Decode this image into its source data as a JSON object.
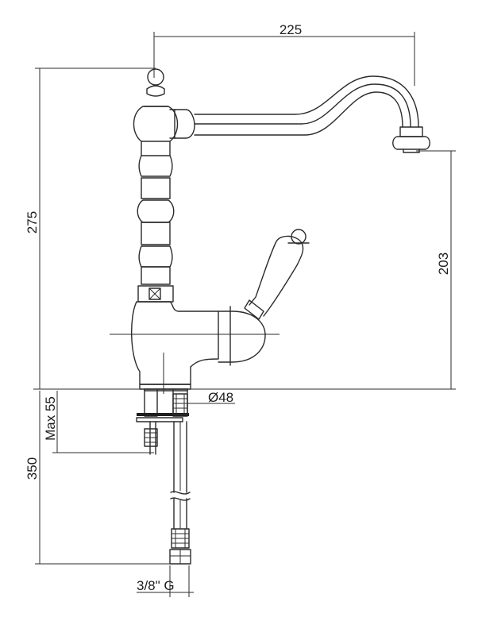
{
  "dimensions": {
    "spout_reach": "225",
    "total_height": "275",
    "spout_height": "203",
    "base_diameter": "Ø48",
    "max_deck_thickness": "Max 55",
    "hose_length": "350",
    "hose_thread": "3/8\" G"
  },
  "colors": {
    "line": "#2b2b2b",
    "background": "#ffffff"
  }
}
